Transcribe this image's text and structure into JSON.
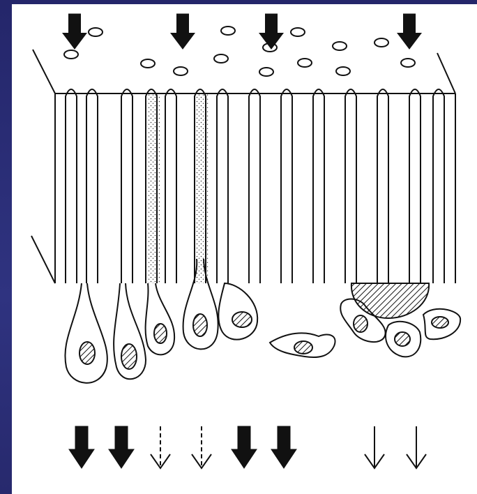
{
  "figure": {
    "description_free": true,
    "colors": {
      "background": "#2b2e6e",
      "panel": "#ffffff",
      "ink": "#111111"
    }
  },
  "top_arrows": [
    {
      "kind": "solid"
    },
    {
      "kind": "solid"
    },
    {
      "kind": "solid"
    },
    {
      "kind": "solid"
    }
  ],
  "bottom_arrows": [
    {
      "kind": "solid"
    },
    {
      "kind": "solid"
    },
    {
      "kind": "dashed-open"
    },
    {
      "kind": "dashed-open"
    },
    {
      "kind": "solid"
    },
    {
      "kind": "solid"
    },
    {
      "kind": "open"
    },
    {
      "kind": "open"
    }
  ]
}
